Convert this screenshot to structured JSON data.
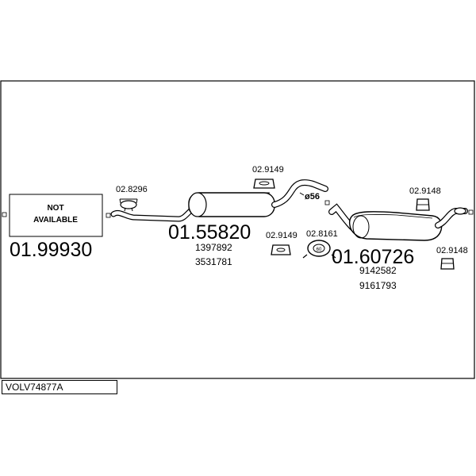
{
  "frame_code": "VOLV74877A",
  "not_available_box": {
    "line1": "NOT",
    "line2": "AVAILABLE"
  },
  "parts": [
    {
      "part_number": "01.99930",
      "references": []
    },
    {
      "part_number": "01.55820",
      "references": [
        "1397892",
        "3531781"
      ]
    },
    {
      "part_number": "01.60726",
      "references": [
        "9142582",
        "9161793"
      ]
    }
  ],
  "accessories": {
    "clamp_front": "02.8296",
    "hanger_top": "02.9149",
    "hanger_mid": "02.9149",
    "ring": "02.8161",
    "hanger_rear_top": "02.9148",
    "hanger_rear_bottom": "02.9148"
  },
  "pipe_diameter": "ø56"
}
